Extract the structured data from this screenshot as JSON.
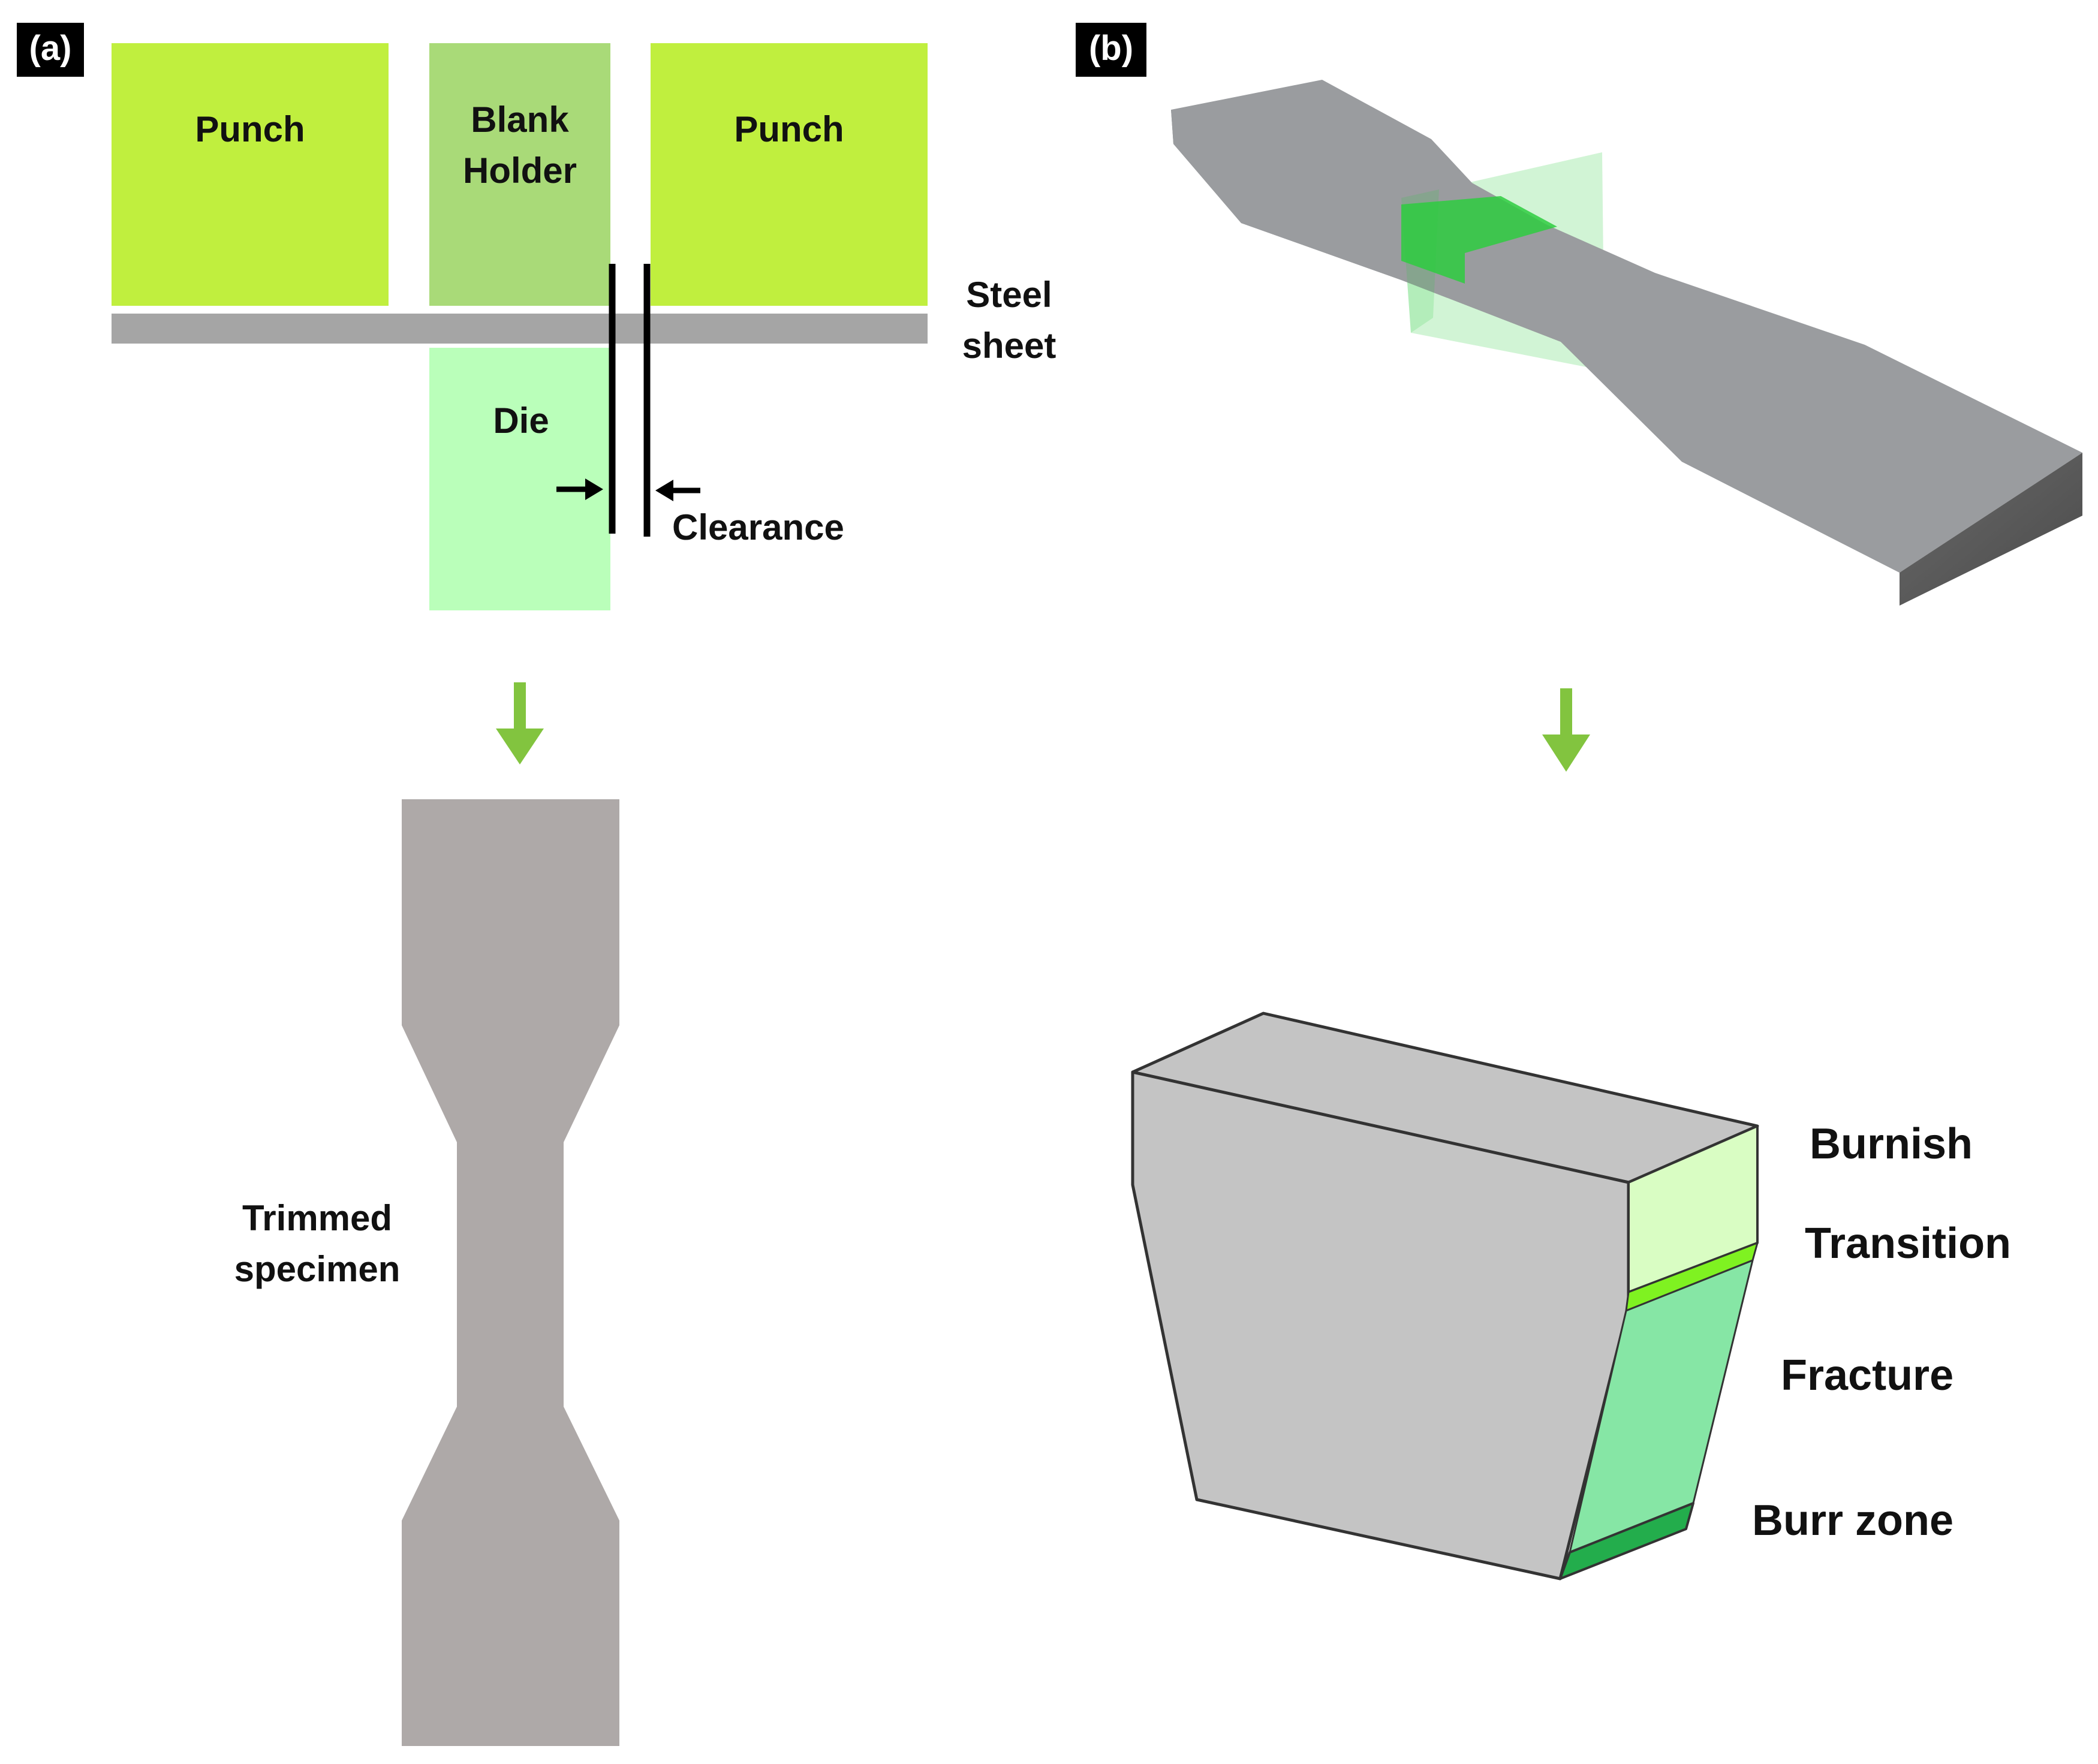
{
  "panel_a": {
    "tag": "(a)",
    "punch_left": "Punch",
    "blank_holder_line1": "Blank",
    "blank_holder_line2": "Holder",
    "punch_right": "Punch",
    "sheet_line1": "Steel",
    "sheet_line2": "sheet",
    "die": "Die",
    "clearance": "Clearance",
    "specimen_line1": "Trimmed",
    "specimen_line2": "specimen"
  },
  "panel_b": {
    "tag": "(b)",
    "zones": {
      "burnish": "Burnish",
      "transition": "Transition",
      "fracture": "Fracture",
      "burr": "Burr zone"
    }
  },
  "colors": {
    "punch": "#c0ef3e",
    "blank_holder": "#a9da78",
    "die": "#baffba",
    "sheet": "#a5a5a5",
    "specimen": "#aea9a8",
    "arrow": "#82c43f",
    "cut_plane": "#2ecc40",
    "burnish": "#d9fdc3",
    "transition": "#7ff221",
    "fracture": "#86e6a5",
    "burr": "#23ad4c",
    "block": "#c4c4c4"
  }
}
